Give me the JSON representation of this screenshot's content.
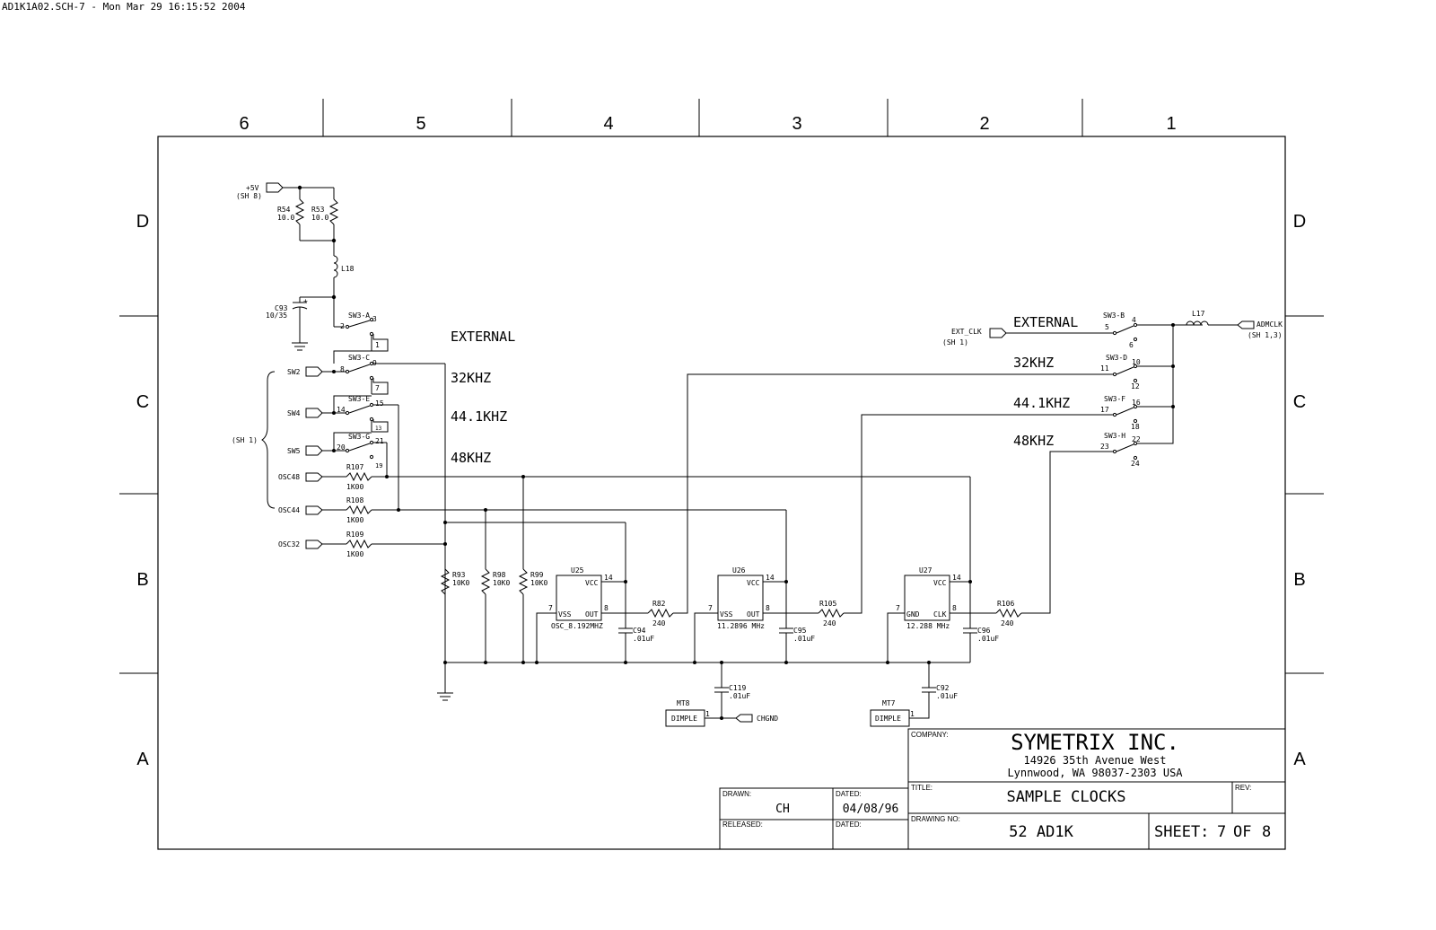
{
  "header": {
    "file_stamp": "AD1K1A02.SCH-7 - Mon Mar 29 16:15:52 2004"
  },
  "frame": {
    "columns": [
      "6",
      "5",
      "4",
      "3",
      "2",
      "1"
    ],
    "rows": [
      "D",
      "C",
      "B",
      "A"
    ]
  },
  "title_block": {
    "drawn_label": "DRAWN:",
    "drawn": "CH",
    "dated_label": "DATED:",
    "dated": "04/08/96",
    "released_label": "RELEASED:",
    "dated2_label": "DATED:",
    "company_label": "COMPANY:",
    "company": "SYMETRIX INC.",
    "address1": "14926 35th Avenue West",
    "address2": "Lynnwood, WA 98037-2303  USA",
    "title_label": "TITLE:",
    "title": "SAMPLE CLOCKS",
    "rev_label": "REV:",
    "drawing_no_label": "DRAWING NO:",
    "drawing_no": "52 AD1K",
    "sheet_label": "SHEET:",
    "sheet": "7",
    "of_label": "OF",
    "sheet_total": "8"
  },
  "ports": {
    "p5v": "+5V",
    "p5v_ref": "(SH 8)",
    "sw2": "SW2",
    "sw4": "SW4",
    "sw5": "SW5",
    "sh1_group": "(SH 1)",
    "osc48": "OSC48",
    "osc44": "OSC44",
    "osc32": "OSC32",
    "ext_clk": "EXT_CLK",
    "ext_clk_ref": "(SH 1)",
    "admclk": "ADMCLK",
    "admclk_ref": "(SH 1,3)",
    "chgnd": "CHGND"
  },
  "left_labels": {
    "external": "EXTERNAL",
    "k32": "32KHZ",
    "k44": "44.1KHZ",
    "k48": "48KHZ"
  },
  "right_labels": {
    "external": "EXTERNAL",
    "k32": "32KHZ",
    "k44": "44.1KHZ",
    "k48": "48KHZ"
  },
  "components": {
    "r54": "R54",
    "r54_val": "10.0",
    "r53": "R53",
    "r53_val": "10.0",
    "l18": "L18",
    "c93": "C93",
    "c93_val": "10/35",
    "c93_pol": "+",
    "r107": "R107",
    "r107_val": "1K00",
    "r108": "R108",
    "r108_val": "1K00",
    "r109": "R109",
    "r109_val": "1K00",
    "r93": "R93",
    "r93_val": "10K0",
    "r98": "R98",
    "r98_val": "10K0",
    "r99": "R99",
    "r99_val": "10K0",
    "r82": "R82",
    "r82_val": "240",
    "r105": "R105",
    "r105_val": "240",
    "r106": "R106",
    "r106_val": "240",
    "c94": "C94",
    "c94_val": ".01uF",
    "c95": "C95",
    "c95_val": ".01uF",
    "c96": "C96",
    "c96_val": ".01uF",
    "c119": "C119",
    "c119_val": ".01uF",
    "c92": "C92",
    "c92_val": ".01uF",
    "l17": "L17",
    "mt8": "MT8",
    "mt7": "MT7",
    "dimple": "DIMPLE",
    "dimple_pin": "1",
    "u25": "U25",
    "u25_part": "OSC_8.192MHZ",
    "u26": "U26",
    "u26_part": "11.2896 MHz",
    "u27": "U27",
    "u27_part": "12.288 MHz",
    "vcc": "VCC",
    "vss": "VSS",
    "gnd": "GND",
    "out": "OUT",
    "clk": "CLK",
    "pin7": "7",
    "pin8": "8",
    "pin14": "14"
  },
  "switches": {
    "sw3a": "SW3-A",
    "sw3b": "SW3-B",
    "sw3c": "SW3-C",
    "sw3d": "SW3-D",
    "sw3e": "SW3-E",
    "sw3f": "SW3-F",
    "sw3g": "SW3-G",
    "sw3h": "SW3-H",
    "pins": [
      "1",
      "2",
      "3",
      "4",
      "5",
      "6",
      "7",
      "8",
      "9",
      "10",
      "11",
      "12",
      "13",
      "14",
      "15",
      "16",
      "17",
      "18",
      "19",
      "20",
      "21",
      "22",
      "23",
      "24"
    ]
  }
}
